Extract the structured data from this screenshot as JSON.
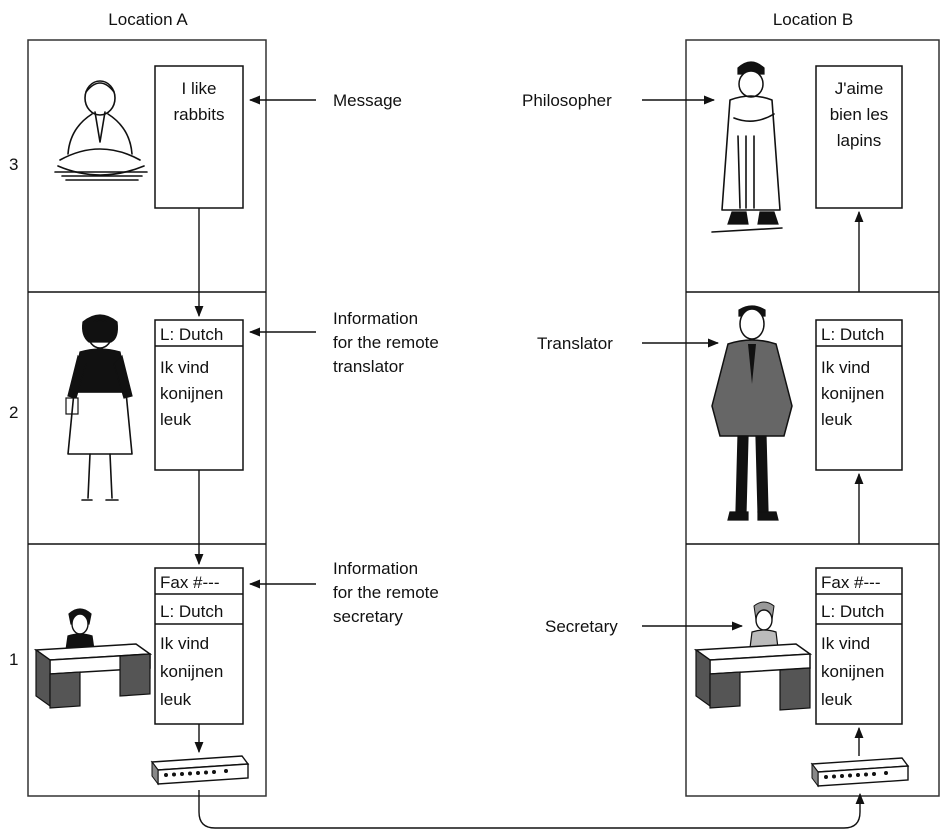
{
  "location_a": "Location A",
  "location_b": "Location B",
  "layer_numbers": [
    "3",
    "2",
    "1"
  ],
  "a_layer3_text": [
    "I like",
    "rabbits"
  ],
  "b_layer3_text": [
    "J'aime",
    "bien les",
    "lapins"
  ],
  "header_lang": "L: Dutch",
  "dutch_text": [
    "Ik vind",
    "konijnen",
    "leuk"
  ],
  "header_fax": "Fax #---",
  "labels": {
    "message": "Message",
    "info_translator": [
      "Information",
      "for the remote",
      "translator"
    ],
    "info_secretary": [
      "Information",
      "for the remote",
      "secretary"
    ],
    "philosopher": "Philosopher",
    "translator": "Translator",
    "secretary": "Secretary"
  },
  "icons": [
    "meditating-philosopher-icon",
    "monk-philosopher-icon",
    "woman-translator-icon",
    "man-translator-icon",
    "secretary-desk-icon",
    "fax-machine-icon"
  ]
}
